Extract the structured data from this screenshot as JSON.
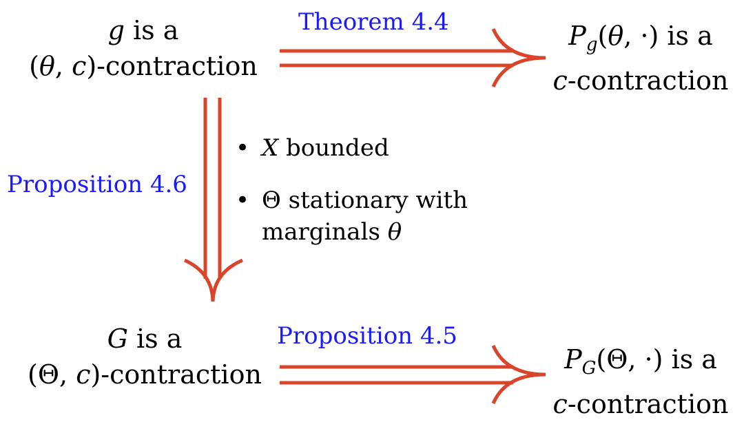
{
  "nodes": {
    "top_left": {
      "line1_math": "g",
      "line1_rest": " is a",
      "line2_open": "(",
      "line2_theta": "θ",
      "line2_comma": ", ",
      "line2_c": "c",
      "line2_close": ")-contraction"
    },
    "top_right": {
      "line1_P": "P",
      "line1_sub": "g",
      "line1_open": "(",
      "line1_theta": "θ",
      "line1_rest": ", ·) is a",
      "line2_c": "c",
      "line2_rest": "-contraction"
    },
    "bottom_left": {
      "line1_math": "G",
      "line1_rest": " is a",
      "line2_open": "(Θ, ",
      "line2_c": "c",
      "line2_close": ")-contraction"
    },
    "bottom_right": {
      "line1_P": "P",
      "line1_sub": "G",
      "line1_rest": "(Θ, ·) is a",
      "line2_c": "c",
      "line2_rest": "-contraction"
    }
  },
  "edges": {
    "top": {
      "label": "Theorem 4.4"
    },
    "left": {
      "label": "Proposition 4.6"
    },
    "bottom": {
      "label": "Proposition 4.5"
    }
  },
  "conditions": {
    "bullet": "•",
    "item1_math": "X",
    "item1_rest": " bounded",
    "item2_line1": "Θ stationary with",
    "item2_line2_text": "marginals ",
    "item2_line2_math": "θ"
  },
  "colors": {
    "arrow": "#d9442b",
    "label": "#1a1aff",
    "text": "#000000"
  }
}
